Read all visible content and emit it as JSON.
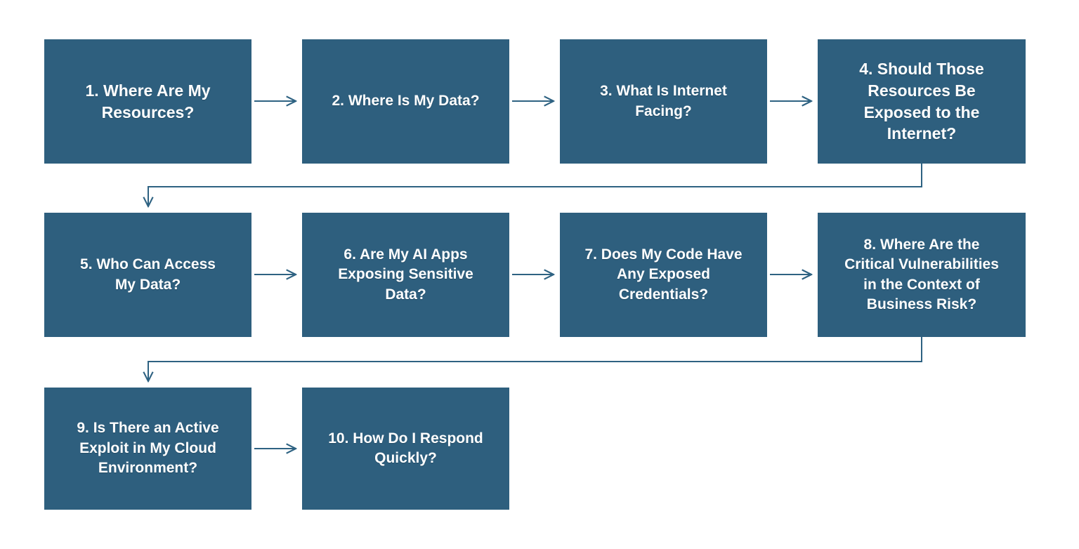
{
  "diagram": {
    "type": "flowchart",
    "colors": {
      "box": "#2E5F7E",
      "text": "#FFFFFF",
      "connector": "#2E6282",
      "background": "#FFFFFF"
    },
    "steps": [
      {
        "label": "1. Where Are My\nResources?"
      },
      {
        "label": "2. Where Is My Data?"
      },
      {
        "label": "3. What Is Internet\nFacing?"
      },
      {
        "label": "4. Should Those\nResources Be\nExposed to the\nInternet?"
      },
      {
        "label": "5. Who Can Access\nMy Data?"
      },
      {
        "label": "6. Are My AI Apps\nExposing Sensitive\nData?"
      },
      {
        "label": "7. Does My Code Have\nAny Exposed\nCredentials?"
      },
      {
        "label": "8. Where Are the\nCritical Vulnerabilities\nin the Context of\nBusiness Risk?"
      },
      {
        "label": "9. Is There an Active\nExploit in My Cloud\nEnvironment?"
      },
      {
        "label": "10. How Do I Respond\nQuickly?"
      }
    ]
  }
}
